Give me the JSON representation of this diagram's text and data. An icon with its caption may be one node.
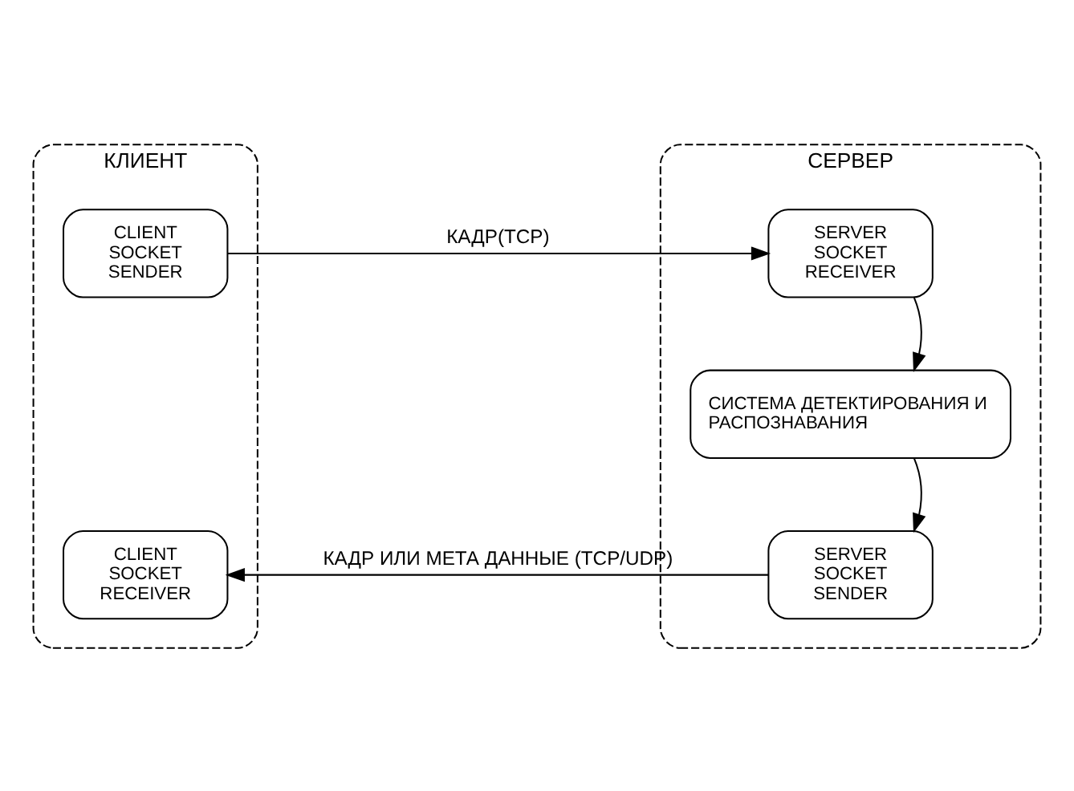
{
  "diagram": {
    "nodes": [
      {
        "text": [
          "КЛИЕНТ"
        ]
      },
      {
        "text": [
          "CLIENT SOCKET SENDER"
        ],
        "in": 0
      },
      {
        "text": [
          "CLIENT SOCKET RECEIVER"
        ],
        "in": 0
      },
      {
        "text": [
          "СЕРВЕР"
        ]
      },
      {
        "text": [
          "SERVER SOCKET RECEIVER"
        ],
        "in": 3
      },
      {
        "text": [
          "СИСТЕМА ДЕТЕКТИРОВАНИЯ И РАСПОЗНАВАНИЯ"
        ],
        "in": 3
      },
      {
        "text": [
          "SERVER SOCKET SENDER"
        ],
        "in": 3
      }
    ],
    "edges": [
      {
        "from": 1,
        "to": 4,
        "arrow": "to",
        "label": "КАДР(TCP)"
      },
      {
        "from": 4,
        "to": 5,
        "arrow": "to"
      },
      {
        "from": 5,
        "to": 6,
        "arrow": "to"
      },
      {
        "from": 6,
        "to": 2,
        "arrow": "to",
        "label": "КАДР ИЛИ МЕТА ДАННЫЕ (TCP/UDP)"
      }
    ]
  }
}
